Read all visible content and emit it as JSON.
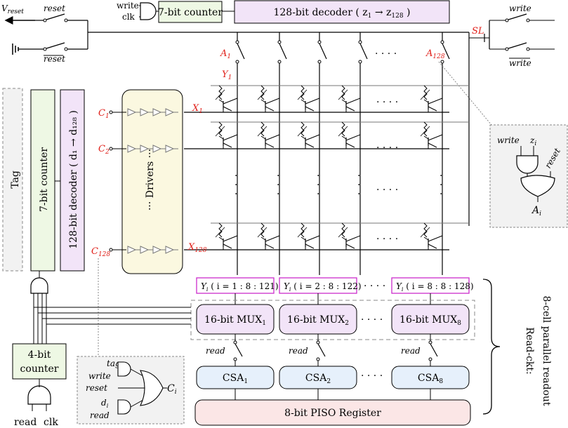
{
  "top": {
    "vreset": "V",
    "vreset_sub": "reset",
    "reset": "reset",
    "reset_bar": "reset",
    "write": "write",
    "clk": "clk",
    "counter": "7-bit counter",
    "decoder": "128-bit decoder ( z",
    "decoder_sub1": "1",
    "decoder_arrow": " → z",
    "decoder_sub2": "128",
    "decoder_end": " )"
  },
  "sl": {
    "label": "SL",
    "write": "write",
    "write_bar": "write"
  },
  "array": {
    "a1": "A",
    "a1_sub": "1",
    "a128": "A",
    "a128_sub": "128",
    "y1": "Y",
    "y1_sub": "1",
    "x1": "X",
    "x1_sub": "1",
    "x128": "X",
    "x128_sub": "128",
    "dots": "· · · ·"
  },
  "left": {
    "tag": "Tag",
    "counter": "7-bit counter",
    "decoder": "128-bit decoder ( d₁ → d₁₂₈ )",
    "drivers": "··· Drivers ···",
    "c1": "C",
    "c1_sub": "1",
    "c2": "C",
    "c2_sub": "2",
    "c128": "C",
    "c128_sub": "128"
  },
  "gate_a": {
    "write": "write",
    "zi": "z",
    "zi_sub": "i",
    "reset": "reset",
    "ai": "A",
    "ai_sub": "i"
  },
  "readout": {
    "y_groups": [
      {
        "pre": "Y",
        "sub": "i",
        "post": " ( i = 1 : 8 : 121)"
      },
      {
        "pre": "Y",
        "sub": "i",
        "post": " ( i = 2 : 8 : 122)"
      },
      {
        "pre": "Y",
        "sub": "i",
        "post": " ( i = 8 : 8 : 128)"
      }
    ],
    "mux": [
      {
        "label": "16-bit MUX",
        "sub": "1"
      },
      {
        "label": "16-bit MUX",
        "sub": "2"
      },
      {
        "label": "16-bit MUX",
        "sub": "8"
      }
    ],
    "read": "read",
    "csa": [
      {
        "label": "CSA",
        "sub": "1"
      },
      {
        "label": "CSA",
        "sub": "2"
      },
      {
        "label": "CSA",
        "sub": "8"
      }
    ],
    "piso": "8-bit PISO Register",
    "dots": "· · · ·",
    "side_label_1": "Read-ckt:",
    "side_label_2": "8-cell parallel readout"
  },
  "bottom": {
    "counter_line1": "4-bit",
    "counter_line2": "counter",
    "read": "read",
    "clk": "clk"
  },
  "gate_c": {
    "tag": "tag",
    "tag_sub": "i",
    "write": "write",
    "reset": "reset",
    "di": "d",
    "di_sub": "i",
    "read": "read",
    "ci": "C",
    "ci_sub": "i"
  },
  "colors": {
    "red": "#e0201a",
    "green_fill": "#eef8e4",
    "purple_fill": "#f2e4f8",
    "yellow_fill": "#fbf8e0",
    "blue_fill": "#e6f0fb",
    "pink_fill": "#fbe6e6",
    "magenta": "#cc2ccc",
    "gray_fill": "#f2f2f2"
  }
}
